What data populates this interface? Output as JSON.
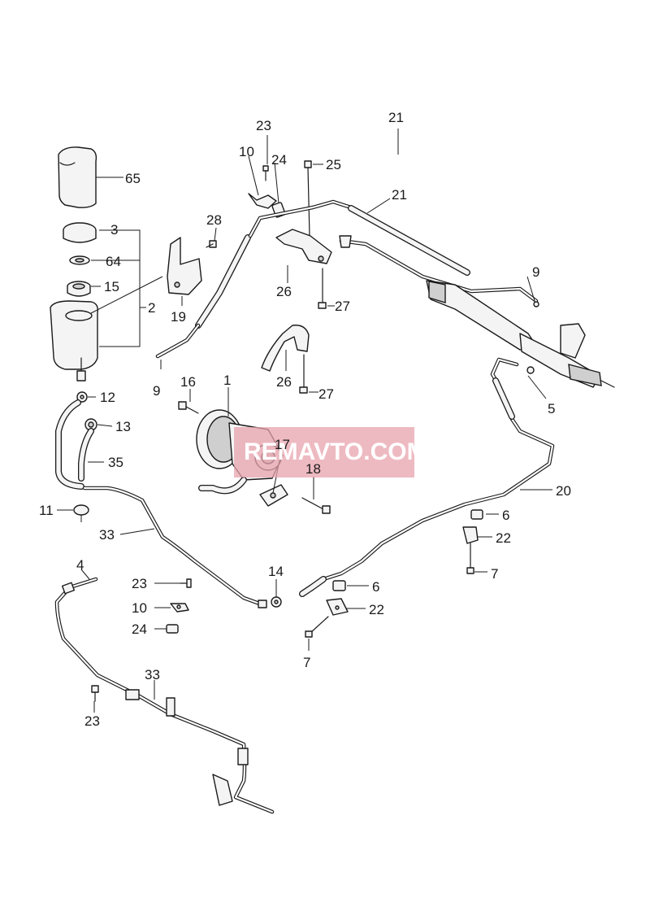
{
  "callouts": {
    "c65": "65",
    "c3": "3",
    "c64": "64",
    "c15": "15",
    "c2": "2",
    "c12": "12",
    "c13": "13",
    "c35": "35",
    "c11": "11",
    "c33a": "33",
    "c33b": "33",
    "c4": "4",
    "c23a": "23",
    "c10a": "10",
    "c24a": "24",
    "c23c": "23",
    "c23b": "23",
    "c10b": "10",
    "c24b": "24",
    "c25": "25",
    "c28": "28",
    "c19": "19",
    "c9a": "9",
    "c9b": "9",
    "c16": "16",
    "c1": "1",
    "c17": "17",
    "c18": "18",
    "c26a": "26",
    "c27a": "27",
    "c26b": "26",
    "c27b": "27",
    "c21a": "21",
    "c21b": "21",
    "c5": "5",
    "c20": "20",
    "c6a": "6",
    "c22a": "22",
    "c7a": "7",
    "c14": "14",
    "c6b": "6",
    "c22b": "22",
    "c7b": "7"
  },
  "watermark": "REMAVTO.COM"
}
